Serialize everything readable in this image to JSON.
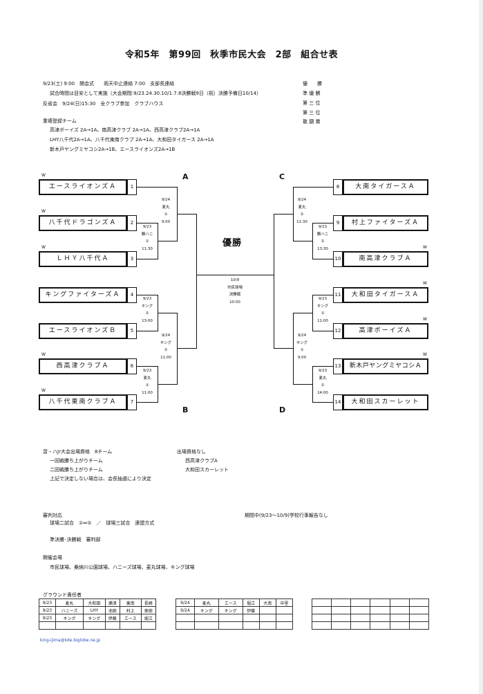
{
  "title": "令和5年　第99回　秋季市民大会　2部　組合せ表",
  "info": {
    "line1": "9/23(土) 9:00　開会式　　雨天中止連絡 7:00　支部長連絡",
    "line2": "試合時間は目安として実施（大会期間:9/23.24.30.10/1.7.8決勝戦9日（祝）決勝予備日10/14）",
    "line3": "反省会　9/24(日)15:30　全クラブ参加　クラブハウス",
    "dup_header": "重複登録チーム",
    "dup1": "高津ボーイズ 2A→1A、南高津クラブ 2A→1A、西高津クラブ2A→1A",
    "dup2": "LHY八千代2A→1A、八千代東南クラブ 2A→1A、大和田タイガース 2A→1A",
    "dup3": "新木戸ヤングミヤコシ2A→1B、エースライオンズ2A→1B"
  },
  "awards": [
    "優　　勝",
    "準 優 勝",
    "第 三 位",
    "第 三 位",
    "敢 闘 賞"
  ],
  "block_labels": {
    "A": "A",
    "B": "B",
    "C": "C",
    "D": "D"
  },
  "win_mark": "W",
  "teams": [
    {
      "no": "1",
      "name": "エースライオンズＡ"
    },
    {
      "no": "2",
      "name": "八千代ドラゴンズＡ"
    },
    {
      "no": "3",
      "name": "ＬＨＹ八千代Ａ"
    },
    {
      "no": "4",
      "name": "キングファイターズＡ"
    },
    {
      "no": "5",
      "name": "エースライオンズＢ"
    },
    {
      "no": "6",
      "name": "西高津クラブＡ"
    },
    {
      "no": "7",
      "name": "八千代東南クラブＡ"
    },
    {
      "no": "8",
      "name": "大南タイガースＡ"
    },
    {
      "no": "9",
      "name": "村上ファイターズＡ"
    },
    {
      "no": "10",
      "name": "南高津クラブＡ"
    },
    {
      "no": "11",
      "name": "大和田タイガースＡ"
    },
    {
      "no": "12",
      "name": "高津ボーイズＡ"
    },
    {
      "no": "13",
      "name": "新木戸ヤングミヤコシＡ"
    },
    {
      "no": "14",
      "name": "大和田スカーレット"
    }
  ],
  "games": {
    "A_r2": [
      "9/24",
      "麦丸",
      "①",
      "9:00"
    ],
    "A_r1": [
      "9/23",
      "勝ハニ",
      "①",
      "11:30"
    ],
    "B_r1a": [
      "9/23",
      "キング",
      "②",
      "13:00"
    ],
    "B_r2": [
      "9/24",
      "キング",
      "②",
      "11:00"
    ],
    "B_r1b": [
      "9/23",
      "麦丸",
      "①",
      "11:00"
    ],
    "C_r2": [
      "9/24",
      "麦丸",
      "②",
      "11:30"
    ],
    "C_r1": [
      "9/23",
      "勝ハニ",
      "②",
      "13:30"
    ],
    "D_r1a": [
      "9/23",
      "キング",
      "①",
      "11:00"
    ],
    "D_r2": [
      "9/24",
      "キング",
      "①",
      "9:00"
    ],
    "D_r1b": [
      "9/23",
      "麦丸",
      "②",
      "14:00"
    ]
  },
  "final": {
    "label": "優勝",
    "lines": [
      "10/9",
      "市民球場",
      "決勝戦",
      "10:00"
    ]
  },
  "notes": {
    "qual_header": "習・ハJr大会出場資格　8チーム",
    "qual1": "一回戦勝ち上がりチーム",
    "qual2": "二回戦勝ち上がりチーム",
    "qual3": "上記で決定しない場合は、会長抽選により決定",
    "noqual_header": "出場資格なし",
    "noqual1": "西高津クラブA",
    "noqual2": "大和田スカーレット",
    "umpire_header": "審判対応",
    "umpire1": "球場二試合　①⇔②　／　球場三試合　連盟方式",
    "umpire2": "準決勝･決勝戦　審判部",
    "period_note": "期間中(9/23～10/9)学校行事報告なし",
    "venue_header": "開催会場",
    "venue1": "市民球場、桑納川公園球場、ハニーズ球場、麦丸球場、キング球場",
    "ground_header": "グラウンド責任者"
  },
  "ground_table1": [
    [
      "9/23",
      "麦丸",
      "大和田",
      "瀬津",
      "東南",
      "長崎"
    ],
    [
      "9/23",
      "ハニーズ",
      "LHY",
      "池田",
      "村上",
      "車田"
    ],
    [
      "9/23",
      "キング",
      "キング",
      "伊藤",
      "エース",
      "堀江"
    ]
  ],
  "ground_table2": [
    [
      "9/24",
      "麦丸",
      "エース",
      "堀江",
      "大南",
      "中里"
    ],
    [
      "9/24",
      "キング",
      "キング",
      "伊藤",
      "",
      ""
    ],
    [
      "",
      "",
      "",
      "",
      "",
      ""
    ]
  ],
  "ground_table3": [
    [
      "",
      "",
      "",
      "",
      "",
      ""
    ],
    [
      "",
      "",
      "",
      "",
      "",
      ""
    ],
    [
      "",
      "",
      "",
      "",
      "",
      ""
    ]
  ],
  "email": "king-ijima@kde.biglobe.ne.jp"
}
